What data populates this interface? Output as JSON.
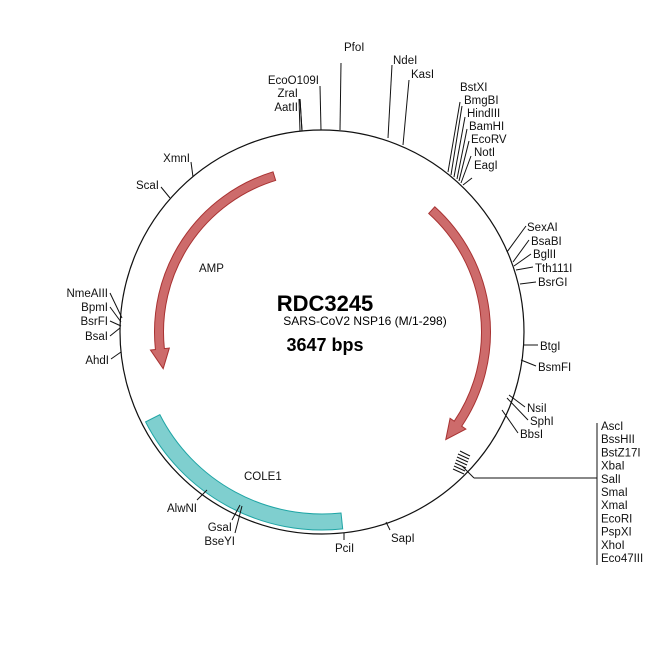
{
  "plasmid": {
    "name": "RDC3245",
    "insert": "SARS-CoV2 NSP16 (M/1-298)",
    "size": "3647 bps"
  },
  "features": {
    "amp": "AMP",
    "cole1": "COLE1",
    "colors": {
      "amp_fill": "#cd6b6b",
      "amp_stroke": "#a83232",
      "ori_fill": "#7fcfcf",
      "ori_stroke": "#1fa5a5"
    }
  },
  "sites": {
    "top": [
      "EcoO109I",
      "ZraI",
      "AatII",
      "PfoI",
      "NdeI",
      "KasI"
    ],
    "top_right": [
      "BstXI",
      "BmgBI",
      "HindIII",
      "BamHI",
      "EcoRV",
      "NotI",
      "EagI"
    ],
    "left_top": [
      "XmnI",
      "ScaI"
    ],
    "right_mid": [
      "SexAI",
      "BsaBI",
      "BglII",
      "Tth111I",
      "BsrGI"
    ],
    "left_mid": [
      "NmeAIII",
      "BpmI",
      "BsrFI",
      "BsaI",
      "AhdI"
    ],
    "right_low": [
      "BtgI",
      "BsmFI",
      "NsiI",
      "SphI",
      "BbsI"
    ],
    "mcs": [
      "AscI",
      "BssHII",
      "BstZ17I",
      "XbaI",
      "SalI",
      "SmaI",
      "XmaI",
      "EcoRI",
      "PspXI",
      "XhoI",
      "Eco47III"
    ],
    "bottom": [
      "AlwNI",
      "GsaI",
      "BseYI",
      "PciI",
      "SapI"
    ]
  }
}
